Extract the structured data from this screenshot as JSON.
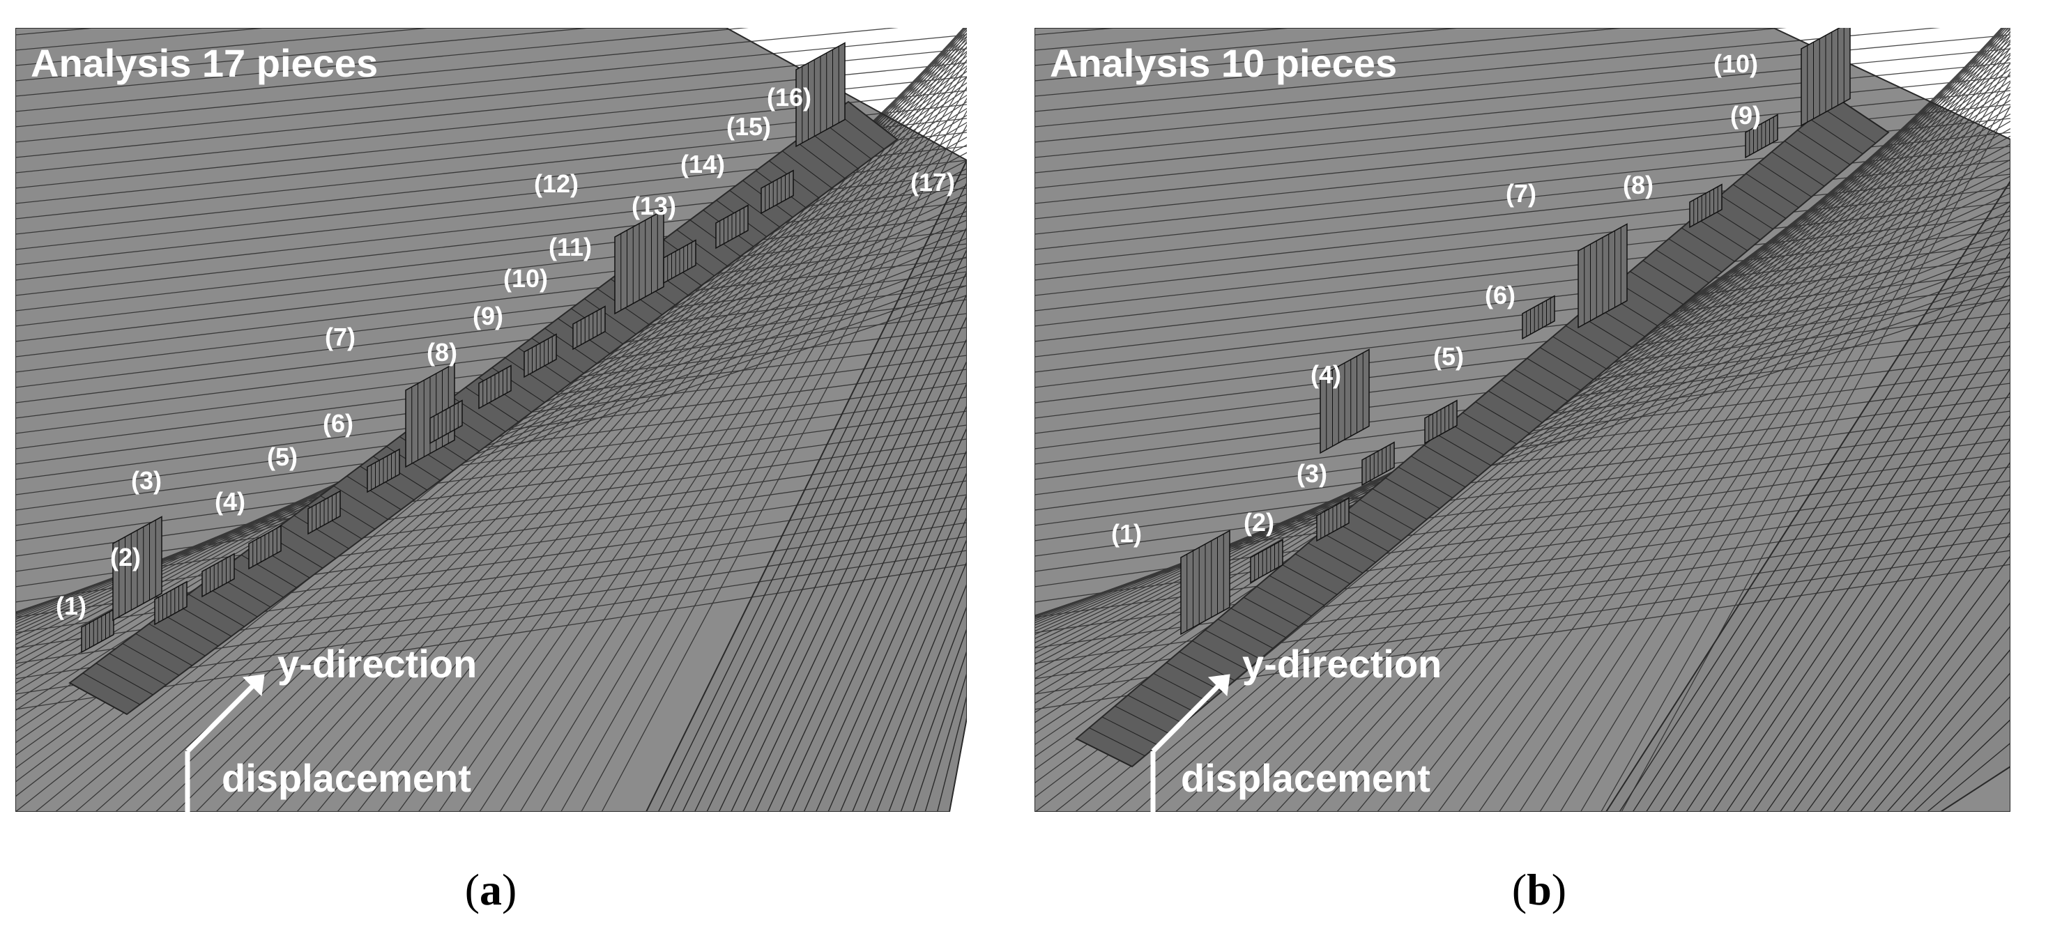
{
  "panels": [
    {
      "id": "a",
      "title": "Analysis 17 pieces",
      "caption_open": "(",
      "caption_letter": "a",
      "caption_close": ")",
      "piece_labels": [
        "(1)",
        "(2)",
        "(3)",
        "(4)",
        "(5)",
        "(6)",
        "(7)",
        "(8)",
        "(9)",
        "(10)",
        "(11)",
        "(12)",
        "(13)",
        "(14)",
        "(15)",
        "(16)",
        "(17)"
      ],
      "y_label": "y-direction",
      "disp_label": "displacement"
    },
    {
      "id": "b",
      "title": "Analysis 10 pieces",
      "caption_open": "(",
      "caption_letter": "b",
      "caption_close": ")",
      "piece_labels": [
        "(1)",
        "(2)",
        "(3)",
        "(4)",
        "(5)",
        "(6)",
        "(7)",
        "(8)",
        "(9)",
        "(10)"
      ],
      "y_label": "y-direction",
      "disp_label": "displacement"
    }
  ],
  "colors": {
    "mesh_fill": "#8c8c8c",
    "mesh_line": "#2a2a2a",
    "label": "#ffffff"
  }
}
